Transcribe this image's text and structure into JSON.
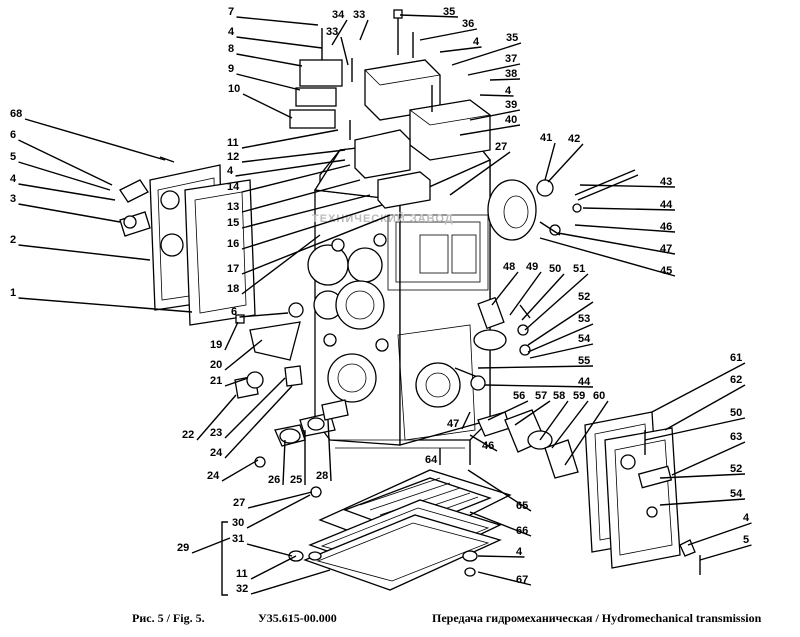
{
  "caption": {
    "fig": "Рис. 5 / Fig. 5.",
    "code": "У35.615-00.000",
    "title": "Передача гидромеханическая / Hydromechanical transmission"
  },
  "watermark": "ТЕХНИЧЕСКИЙ ЗАВОД",
  "labels": [
    {
      "id": "7",
      "text": "7"
    },
    {
      "id": "4a",
      "text": "4"
    },
    {
      "id": "8",
      "text": "8"
    },
    {
      "id": "9",
      "text": "9"
    },
    {
      "id": "10",
      "text": "10"
    },
    {
      "id": "34",
      "text": "34"
    },
    {
      "id": "33a",
      "text": "33"
    },
    {
      "id": "33b",
      "text": "33"
    },
    {
      "id": "35a",
      "text": "35"
    },
    {
      "id": "36",
      "text": "36"
    },
    {
      "id": "4b",
      "text": "4"
    },
    {
      "id": "35b",
      "text": "35"
    },
    {
      "id": "37",
      "text": "37"
    },
    {
      "id": "38",
      "text": "38"
    },
    {
      "id": "4c",
      "text": "4"
    },
    {
      "id": "39",
      "text": "39"
    },
    {
      "id": "40",
      "text": "40"
    },
    {
      "id": "68",
      "text": "68"
    },
    {
      "id": "6a",
      "text": "6"
    },
    {
      "id": "5a",
      "text": "5"
    },
    {
      "id": "4d",
      "text": "4"
    },
    {
      "id": "3",
      "text": "3"
    },
    {
      "id": "2",
      "text": "2"
    },
    {
      "id": "1",
      "text": "1"
    },
    {
      "id": "11a",
      "text": "11"
    },
    {
      "id": "12",
      "text": "12"
    },
    {
      "id": "4e",
      "text": "4"
    },
    {
      "id": "14",
      "text": "14"
    },
    {
      "id": "13",
      "text": "13"
    },
    {
      "id": "15",
      "text": "15"
    },
    {
      "id": "16",
      "text": "16"
    },
    {
      "id": "17",
      "text": "17"
    },
    {
      "id": "18",
      "text": "18"
    },
    {
      "id": "6b",
      "text": "6"
    },
    {
      "id": "27a",
      "text": "27"
    },
    {
      "id": "41",
      "text": "41"
    },
    {
      "id": "42",
      "text": "42"
    },
    {
      "id": "43",
      "text": "43"
    },
    {
      "id": "44a",
      "text": "44"
    },
    {
      "id": "46a",
      "text": "46"
    },
    {
      "id": "47a",
      "text": "47"
    },
    {
      "id": "45",
      "text": "45"
    },
    {
      "id": "48",
      "text": "48"
    },
    {
      "id": "49",
      "text": "49"
    },
    {
      "id": "50a",
      "text": "50"
    },
    {
      "id": "51",
      "text": "51"
    },
    {
      "id": "52a",
      "text": "52"
    },
    {
      "id": "53",
      "text": "53"
    },
    {
      "id": "54a",
      "text": "54"
    },
    {
      "id": "55",
      "text": "55"
    },
    {
      "id": "44b",
      "text": "44"
    },
    {
      "id": "19",
      "text": "19"
    },
    {
      "id": "20",
      "text": "20"
    },
    {
      "id": "21",
      "text": "21"
    },
    {
      "id": "22",
      "text": "22"
    },
    {
      "id": "23",
      "text": "23"
    },
    {
      "id": "24a",
      "text": "24"
    },
    {
      "id": "56",
      "text": "56"
    },
    {
      "id": "57",
      "text": "57"
    },
    {
      "id": "58",
      "text": "58"
    },
    {
      "id": "59",
      "text": "59"
    },
    {
      "id": "60",
      "text": "60"
    },
    {
      "id": "61",
      "text": "61"
    },
    {
      "id": "62",
      "text": "62"
    },
    {
      "id": "50b",
      "text": "50"
    },
    {
      "id": "63",
      "text": "63"
    },
    {
      "id": "52b",
      "text": "52"
    },
    {
      "id": "54b",
      "text": "54"
    },
    {
      "id": "4f",
      "text": "4"
    },
    {
      "id": "5b",
      "text": "5"
    },
    {
      "id": "47b",
      "text": "47"
    },
    {
      "id": "46b",
      "text": "46"
    },
    {
      "id": "64",
      "text": "64"
    },
    {
      "id": "24b",
      "text": "24"
    },
    {
      "id": "26",
      "text": "26"
    },
    {
      "id": "25",
      "text": "25"
    },
    {
      "id": "28",
      "text": "28"
    },
    {
      "id": "27b",
      "text": "27"
    },
    {
      "id": "65",
      "text": "65"
    },
    {
      "id": "66",
      "text": "66"
    },
    {
      "id": "30",
      "text": "30"
    },
    {
      "id": "31",
      "text": "31"
    },
    {
      "id": "29",
      "text": "29"
    },
    {
      "id": "11b",
      "text": "11"
    },
    {
      "id": "32",
      "text": "32"
    },
    {
      "id": "4g",
      "text": "4"
    },
    {
      "id": "67",
      "text": "67"
    }
  ]
}
